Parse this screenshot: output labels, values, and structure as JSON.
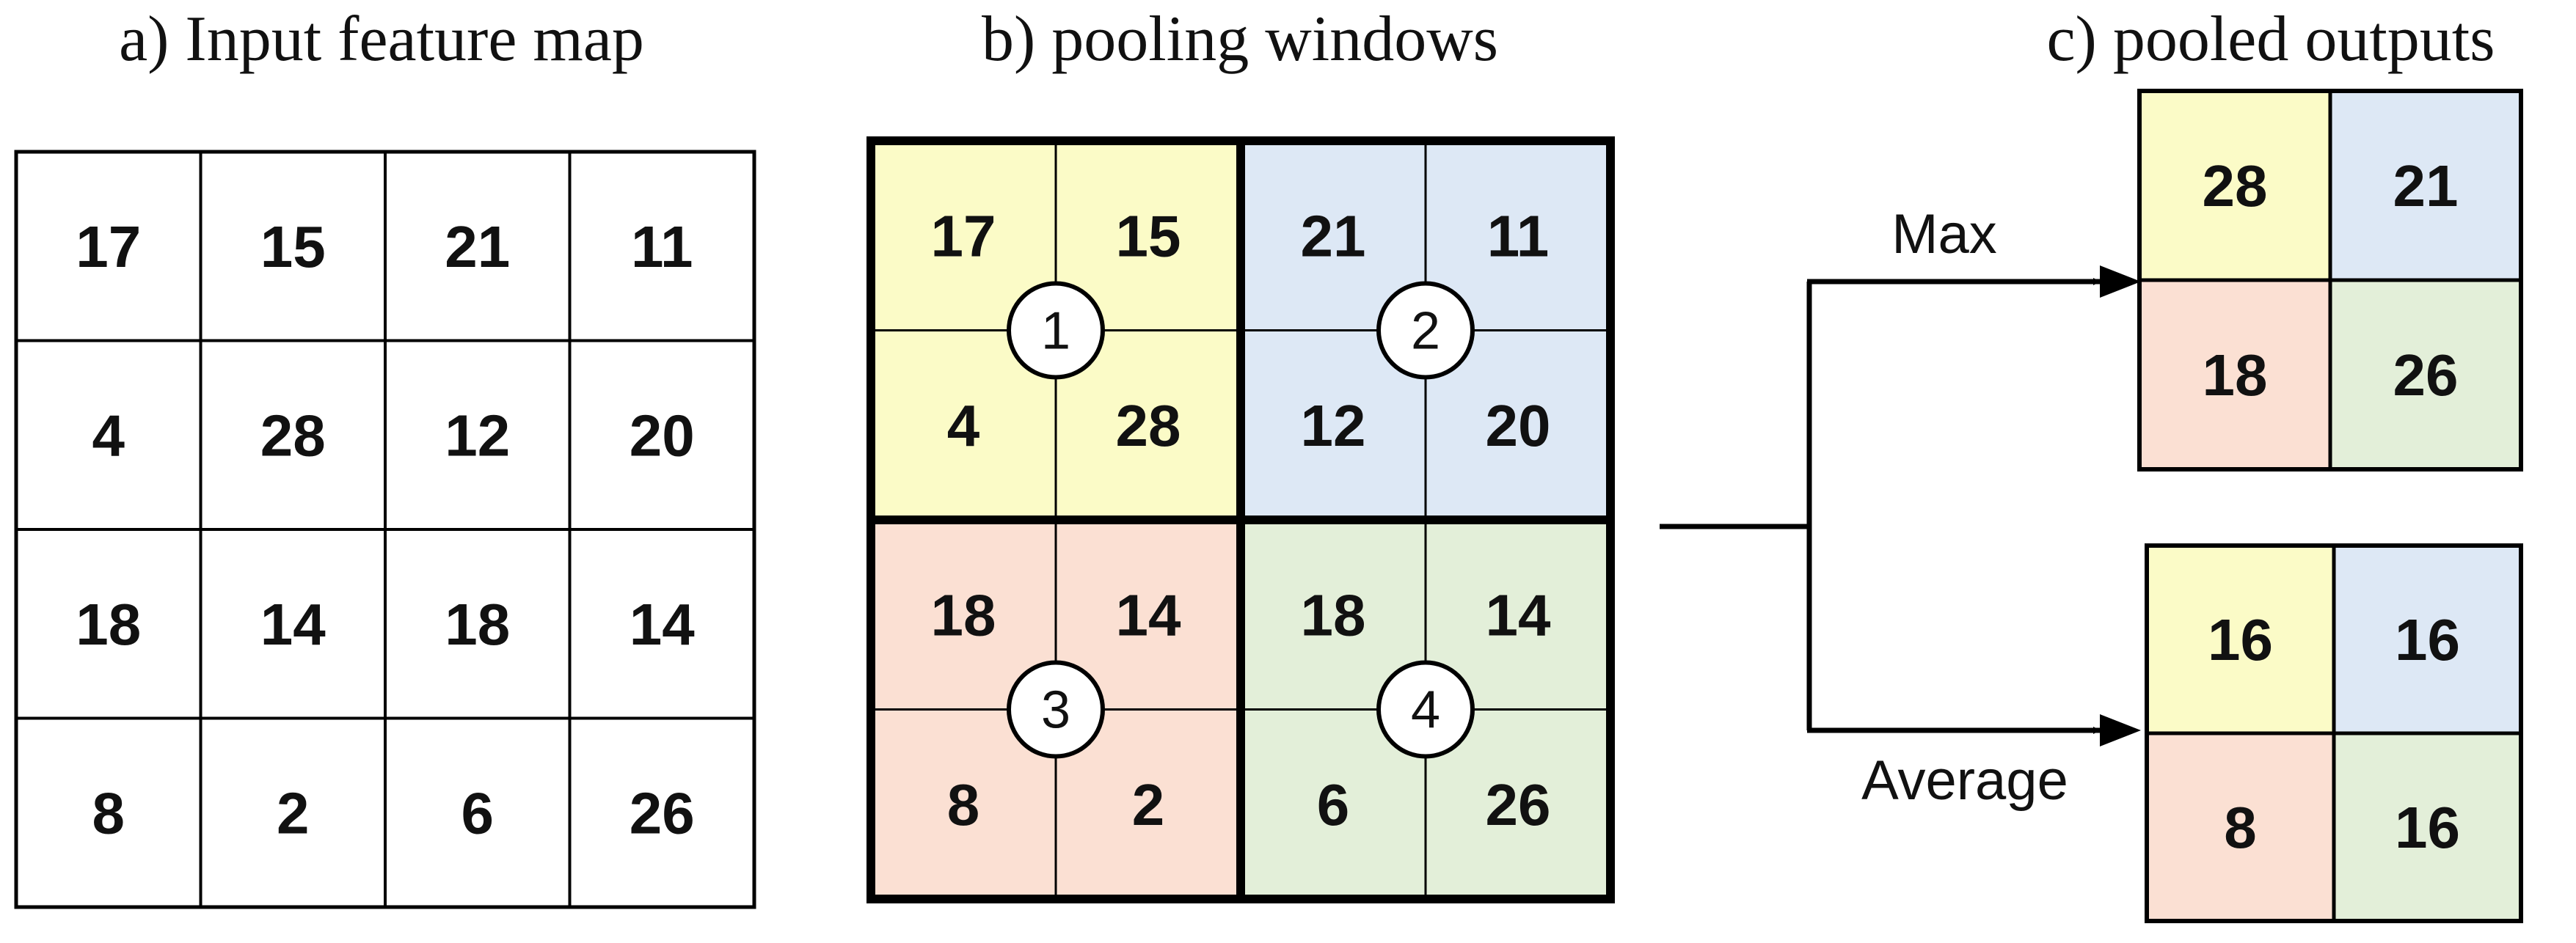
{
  "titles": {
    "input": "a) Input feature map",
    "windows": "b) pooling windows",
    "outputs": "c) pooled outputs"
  },
  "input_map": [
    [
      "17",
      "15",
      "21",
      "11"
    ],
    [
      "4",
      "28",
      "12",
      "20"
    ],
    [
      "18",
      "14",
      "18",
      "14"
    ],
    [
      "8",
      "2",
      "6",
      "26"
    ]
  ],
  "window_colors": [
    "#fbfbc7",
    "#dde8f5",
    "#fbe0d3",
    "#e3efd9"
  ],
  "window_labels": [
    "1",
    "2",
    "3",
    "4"
  ],
  "branches": {
    "max_label": "Max",
    "average_label": "Average"
  },
  "max_output": [
    [
      "28",
      "21"
    ],
    [
      "18",
      "26"
    ]
  ],
  "average_output": [
    [
      "16",
      "16"
    ],
    [
      "8",
      "16"
    ]
  ]
}
